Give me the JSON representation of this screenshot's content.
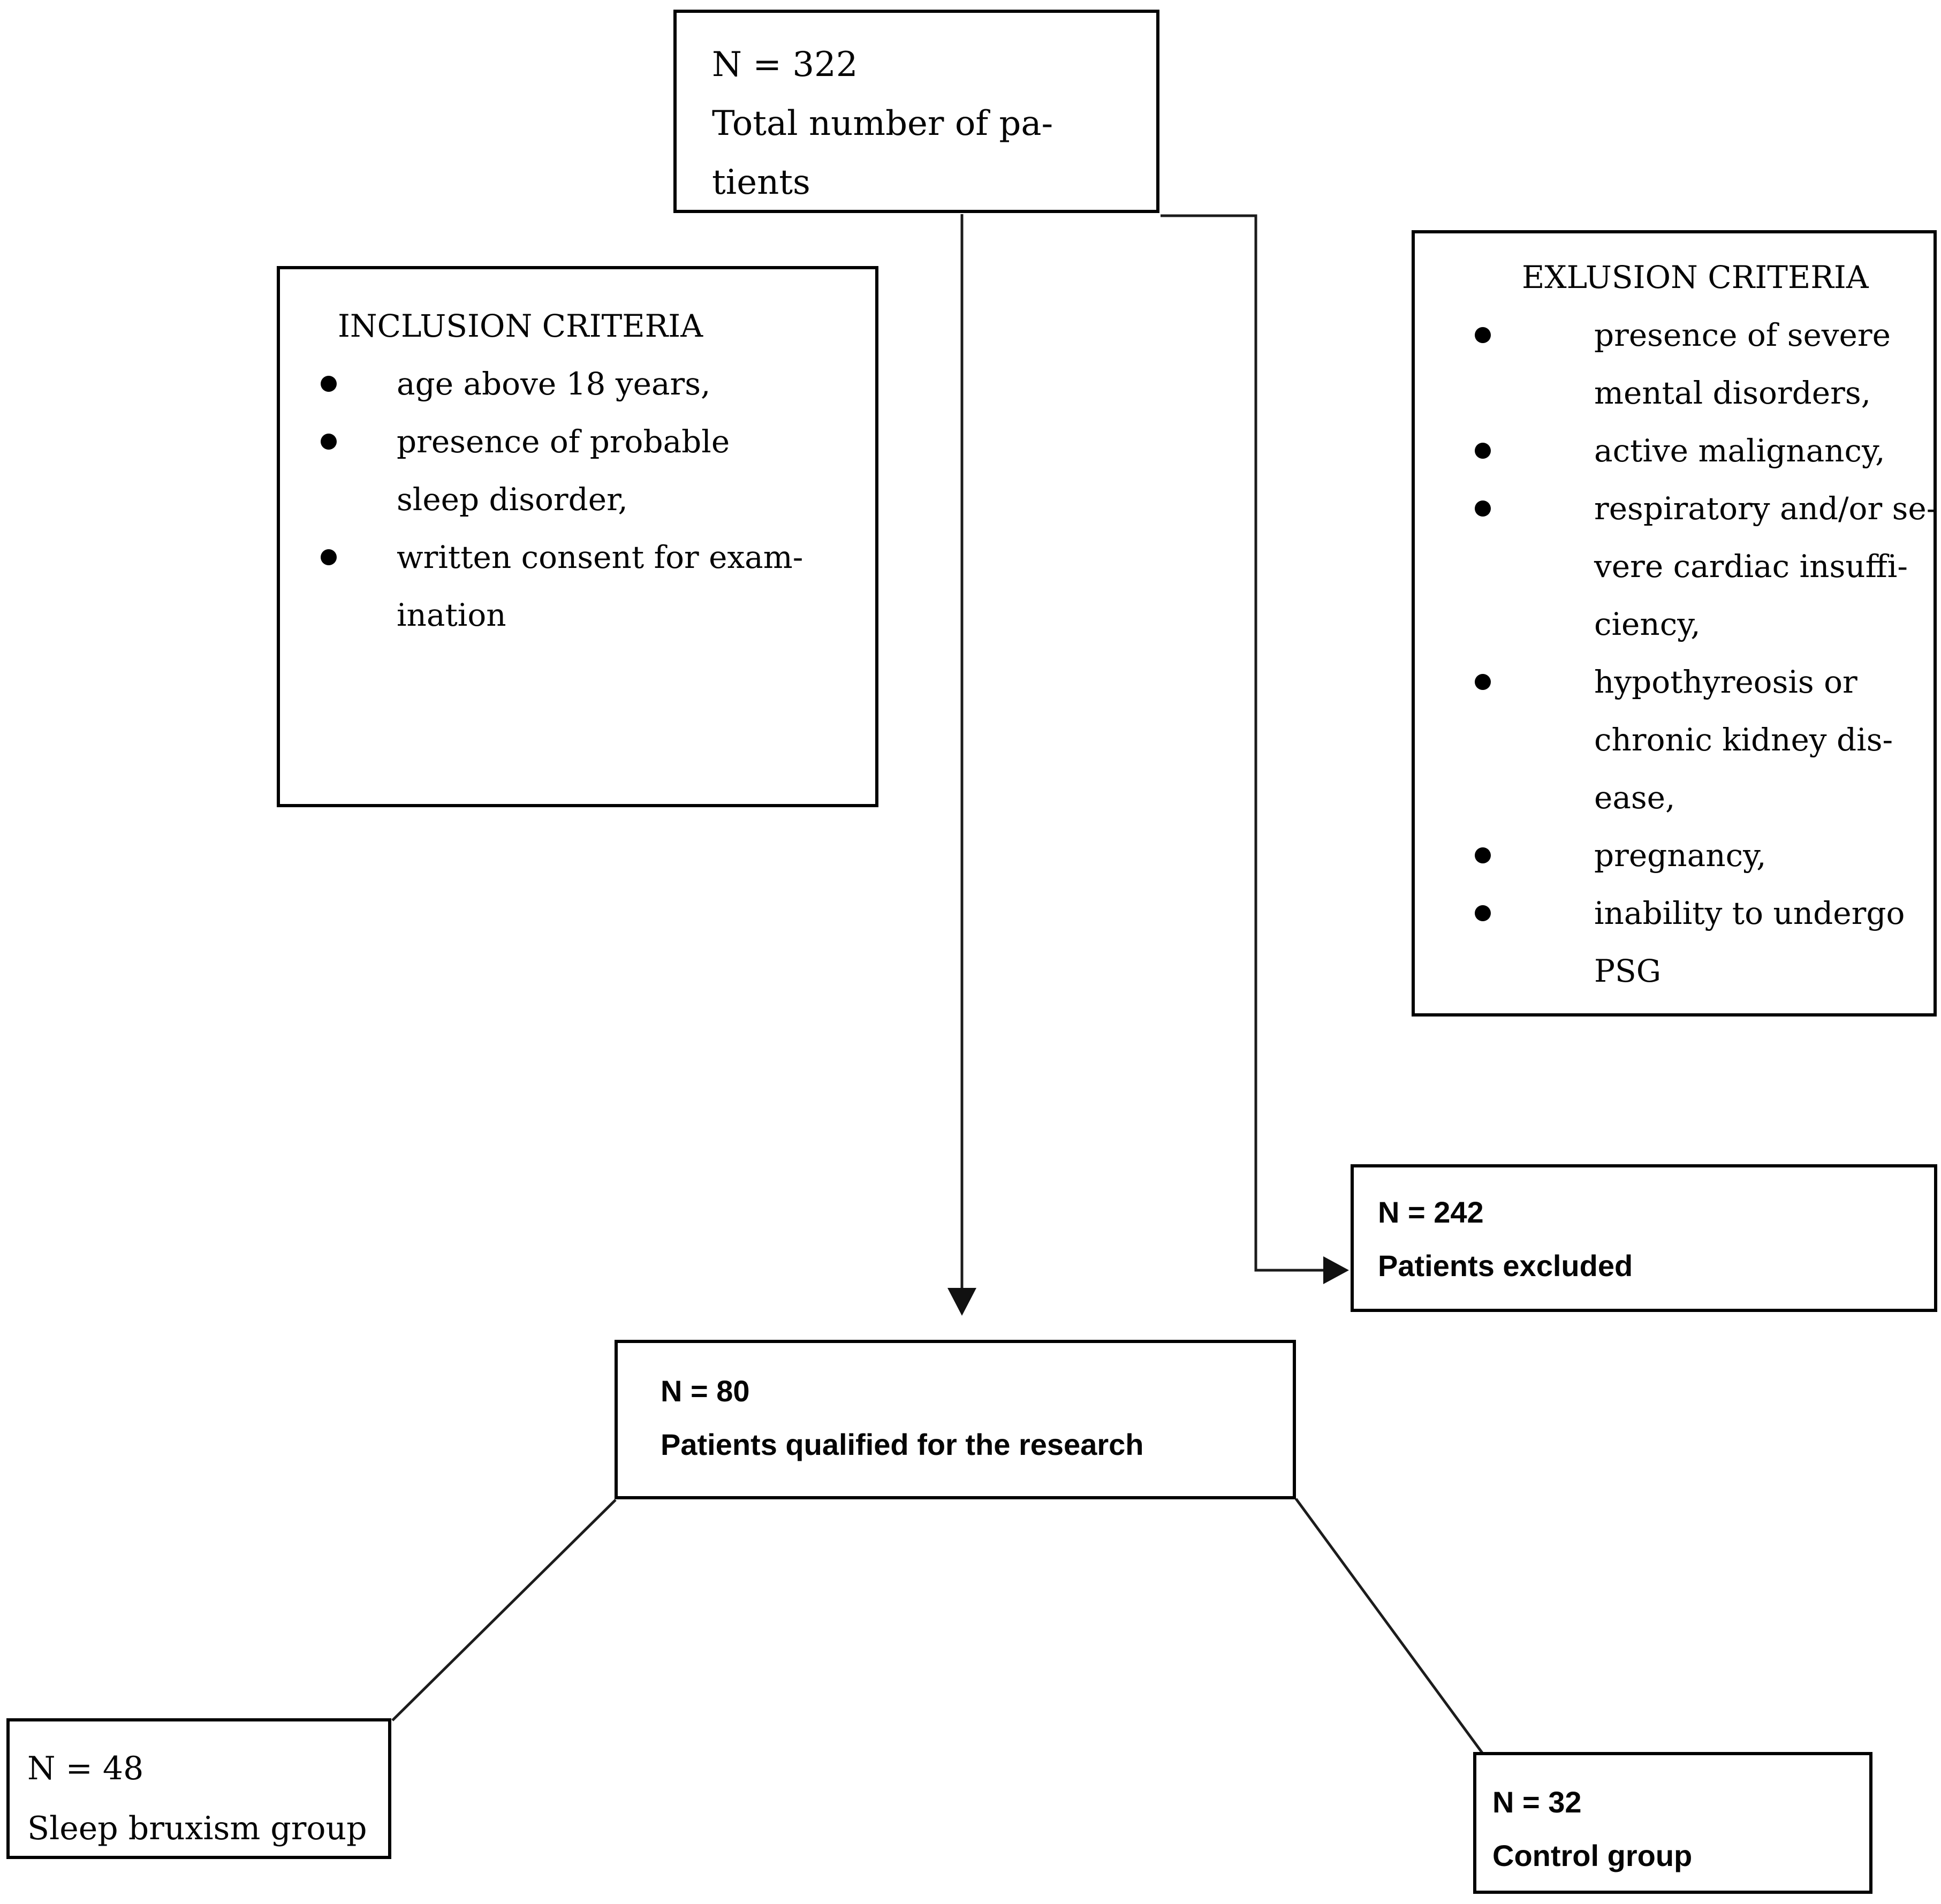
{
  "figure": {
    "background": "#ffffff",
    "border_color": "#000000",
    "line_color": "#1c1c1c",
    "text_color": "#050505"
  },
  "boxes": {
    "total": {
      "n_label": "N = 322",
      "lines": [
        "Total number of pa-",
        "tients"
      ]
    },
    "inclusion": {
      "title": "INCLUSION CRITERIA",
      "bullets": [
        [
          "age above 18 years,"
        ],
        [
          "presence of probable",
          "sleep disorder,"
        ],
        [
          "written consent for exam-",
          "ination"
        ]
      ]
    },
    "exclusion": {
      "title": "EXLUSION CRITERIA",
      "bullets": [
        [
          "presence of severe",
          "mental disorders,"
        ],
        [
          "active malignancy,"
        ],
        [
          "respiratory and/or se-",
          "vere cardiac insuffi-",
          "ciency,"
        ],
        [
          "hypothyreosis or",
          "chronic kidney dis-",
          "ease,"
        ],
        [
          "pregnancy,"
        ],
        [
          "inability to undergo",
          "PSG"
        ]
      ]
    },
    "excluded": {
      "n_label": "N = 242",
      "lines": [
        "Patients excluded"
      ]
    },
    "qualified": {
      "n_label": "N = 80",
      "lines": [
        "Patients qualified for the research"
      ]
    },
    "bruxism": {
      "n_label": "N = 48",
      "lines": [
        "Sleep bruxism group"
      ]
    },
    "control": {
      "n_label": "N = 32",
      "lines": [
        "Control group"
      ]
    }
  }
}
